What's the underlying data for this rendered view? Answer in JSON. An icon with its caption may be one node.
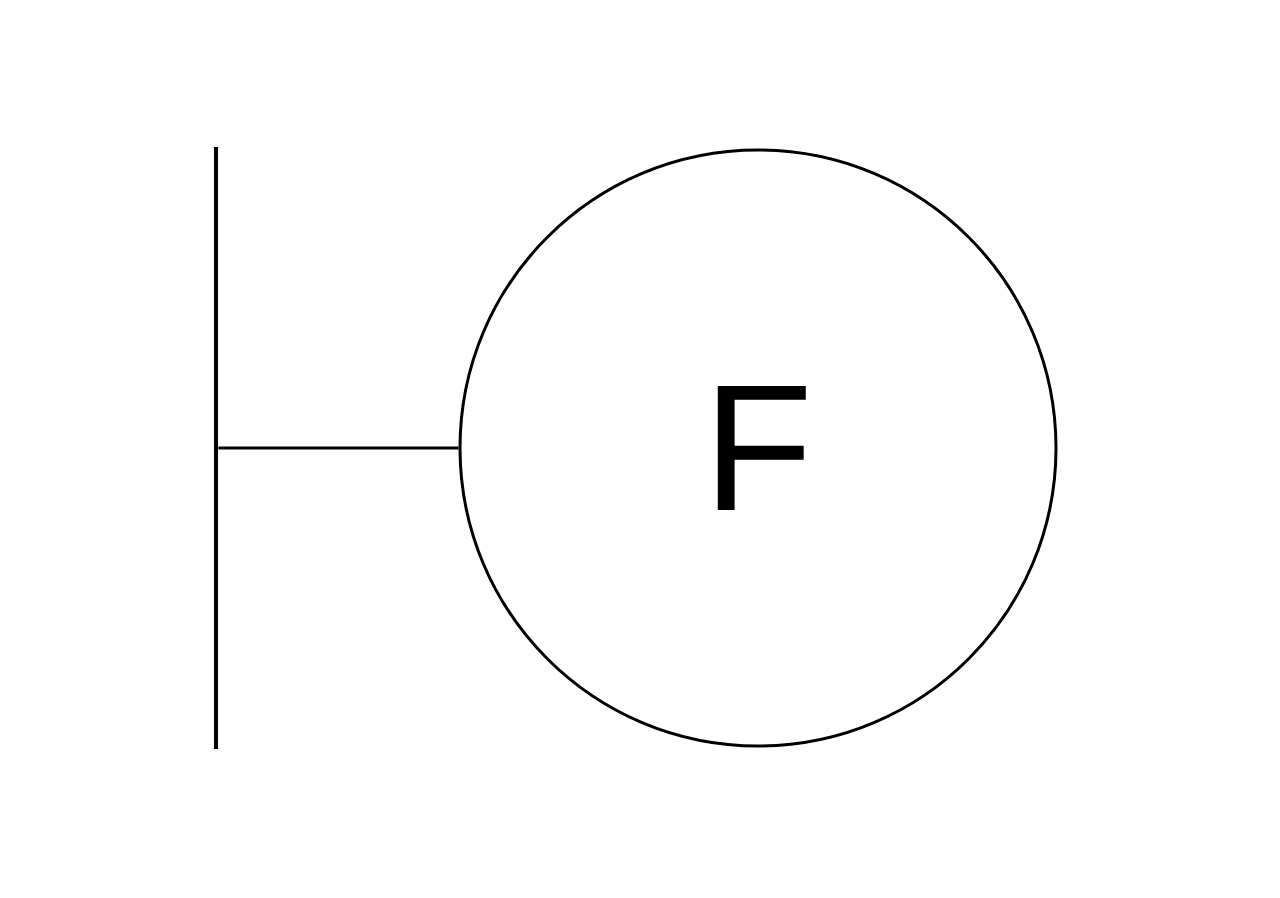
{
  "diagram": {
    "nodes": [
      {
        "text": [
          "F"
        ]
      },
      {
        "text": [],
        "shape": "bar"
      }
    ],
    "edges": [
      {
        "from": 1,
        "to": 0,
        "arrow": "none"
      }
    ]
  }
}
